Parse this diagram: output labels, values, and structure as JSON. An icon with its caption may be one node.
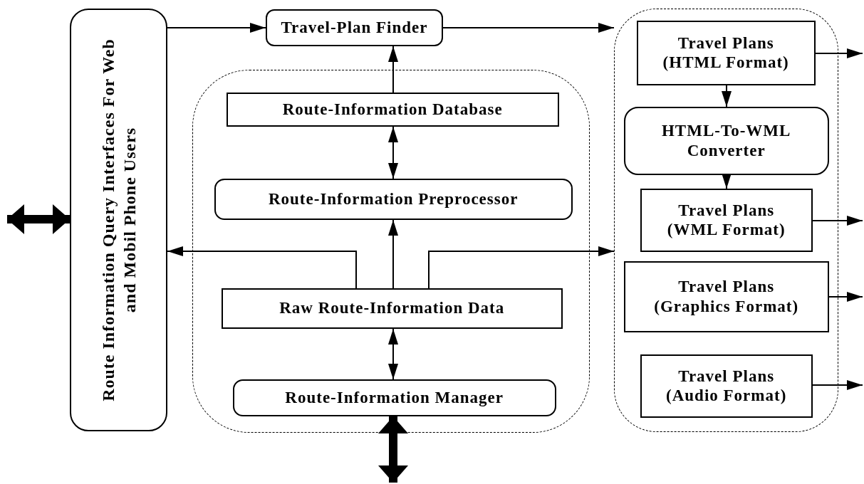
{
  "diagram": {
    "nodes": [
      {
        "text": [
          "Route Information Query Interfaces For Web and Mobil Phone Users"
        ]
      },
      {
        "text": [
          "Travel-Plan Finder"
        ]
      },
      {
        "text": [],
        "shape": "box"
      },
      {
        "text": [
          "Route-Information Database"
        ],
        "in": 2
      },
      {
        "text": [
          "Route-Information Preprocessor"
        ],
        "in": 2
      },
      {
        "text": [
          "Raw Route-Information Data"
        ],
        "in": 2
      },
      {
        "text": [
          "Route-Information Manager"
        ],
        "in": 2
      },
      {
        "text": [],
        "shape": "box"
      },
      {
        "text": [
          "Travel Plans (HTML Format)"
        ],
        "in": 7
      },
      {
        "text": [
          "HTML-To-WML Converter"
        ],
        "in": 7
      },
      {
        "text": [
          "Travel Plans (WML Format)"
        ],
        "in": 7
      },
      {
        "text": [
          "Travel Plans (Graphics Format)"
        ],
        "in": 7
      },
      {
        "text": [
          "Travel Plans (Audio Format)"
        ],
        "in": 7
      }
    ],
    "edges": [
      {
        "from": 0,
        "to": 1,
        "arrow": "to"
      },
      {
        "from": 1,
        "to": 7,
        "arrow": "to"
      },
      {
        "from": 3,
        "to": 1,
        "arrow": "to"
      },
      {
        "from": 3,
        "to": 4,
        "arrow": "both"
      },
      {
        "from": 5,
        "to": 4,
        "arrow": "to"
      },
      {
        "from": 5,
        "to": 0,
        "arrow": "to"
      },
      {
        "from": 5,
        "to": 7,
        "arrow": "to"
      },
      {
        "from": 5,
        "to": 6,
        "arrow": "both"
      },
      {
        "from": 6,
        "to": null,
        "arrow": "both",
        "style": "thick"
      },
      {
        "from": 0,
        "to": null,
        "arrow": "both",
        "style": "thick"
      },
      {
        "from": 8,
        "to": 9,
        "arrow": "to"
      },
      {
        "from": 9,
        "to": 10,
        "arrow": "to"
      },
      {
        "from": 8,
        "to": null,
        "arrow": "to"
      },
      {
        "from": 10,
        "to": null,
        "arrow": "to"
      },
      {
        "from": 11,
        "to": null,
        "arrow": "to"
      },
      {
        "from": 12,
        "to": null,
        "arrow": "to"
      }
    ]
  }
}
